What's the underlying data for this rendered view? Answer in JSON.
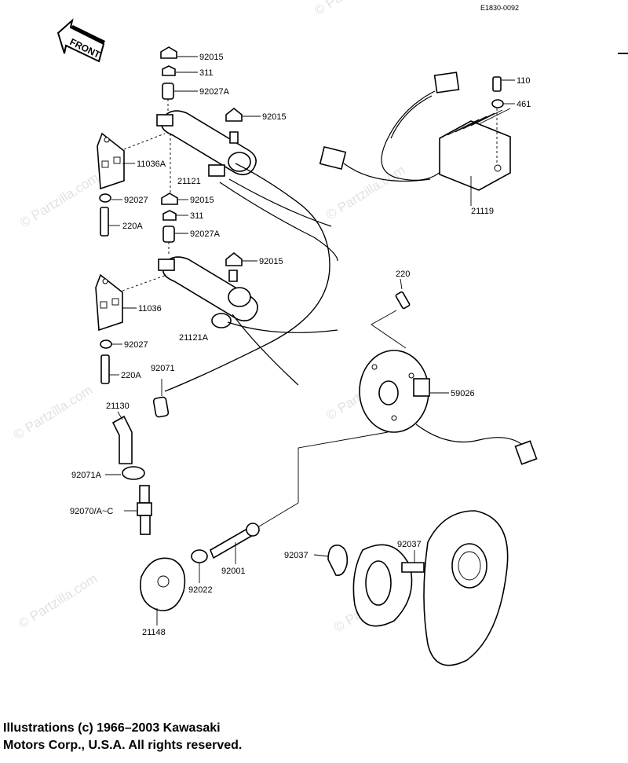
{
  "diagram_code": "E1830-0092",
  "front_label": "FRONT",
  "watermark": "© Partzilla.com",
  "labels": {
    "l_92015_a": "92015",
    "l_311_a": "311",
    "l_92027A_a": "92027A",
    "l_92015_b": "92015",
    "l_11036A": "11036A",
    "l_21121": "21121",
    "l_92027_a": "92027",
    "l_92015_c": "92015",
    "l_311_b": "311",
    "l_220A_a": "220A",
    "l_92027A_b": "92027A",
    "l_92015_d": "92015",
    "l_11036": "11036",
    "l_21121A": "21121A",
    "l_92027_b": "92027",
    "l_220A_b": "220A",
    "l_92071": "92071",
    "l_21130": "21130",
    "l_92071A": "92071A",
    "l_92070": "92070/A~C",
    "l_110": "110",
    "l_461": "461",
    "l_21119": "21119",
    "l_220": "220",
    "l_59026": "59026",
    "l_92037_a": "92037",
    "l_92037_b": "92037",
    "l_92001": "92001",
    "l_92022": "92022",
    "l_21148": "21148"
  },
  "copyright": {
    "line1": "Illustrations (c) 1966–2003 Kawasaki",
    "line2": "Motors Corp., U.S.A.  All rights reserved."
  }
}
